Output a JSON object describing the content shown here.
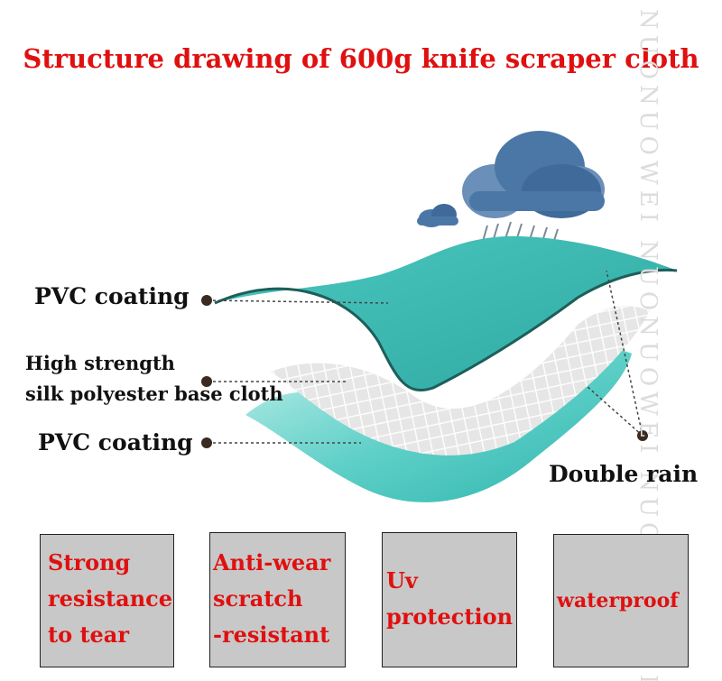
{
  "title": "Structure drawing of 600g knife scraper cloth",
  "labels": {
    "pvc_top": "PVC coating",
    "base_line1": "High strength",
    "base_line2": "silk polyester base cloth",
    "pvc_bottom": "PVC coating",
    "double_rain": "Double rain"
  },
  "features": [
    {
      "lines": [
        "Strong",
        "resistance",
        "to tear"
      ]
    },
    {
      "lines": [
        "Anti-wear",
        "scratch",
        "-resistant"
      ]
    },
    {
      "lines": [
        "Uv",
        "protection"
      ]
    },
    {
      "lines": [
        "waterproof"
      ]
    }
  ],
  "watermark": "NUONUOWEI NUONUOWEI NUONUOWEI",
  "colors": {
    "title_red": "#e01010",
    "teal": "#3cbcb4",
    "cloud_dark": "#3f6a9a",
    "box_gray": "#c8c8c8"
  }
}
